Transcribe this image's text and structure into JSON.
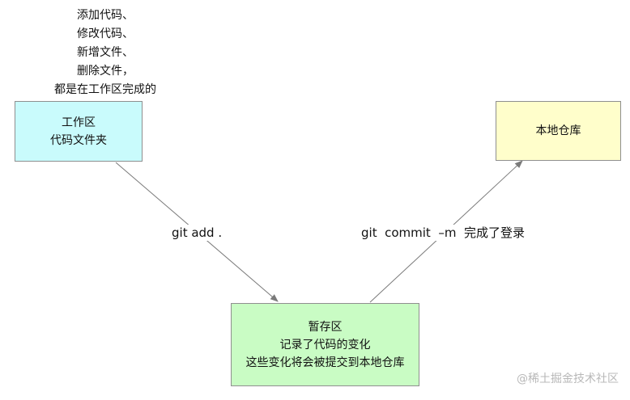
{
  "note": {
    "lines": [
      "添加代码、",
      "修改代码、",
      "新增文件、",
      "删除文件，",
      "都是在工作区完成的"
    ]
  },
  "nodes": {
    "workspace": {
      "line1": "工作区",
      "line2": "代码文件夹"
    },
    "repo": {
      "line1": "本地仓库"
    },
    "staging": {
      "line1": "暂存区",
      "line2": "记录了代码的变化",
      "line3": "这些变化将会被提交到本地仓库"
    }
  },
  "edges": {
    "add": {
      "label": "git add ."
    },
    "commit": {
      "label": "git  commit  –m  完成了登录"
    }
  },
  "watermark": "@稀土掘金技术社区",
  "colors": {
    "workspace_fill": "#c9fbfc",
    "repo_fill": "#fffecb",
    "staging_fill": "#c9fcc4",
    "arrow": "#7a7a7a"
  }
}
